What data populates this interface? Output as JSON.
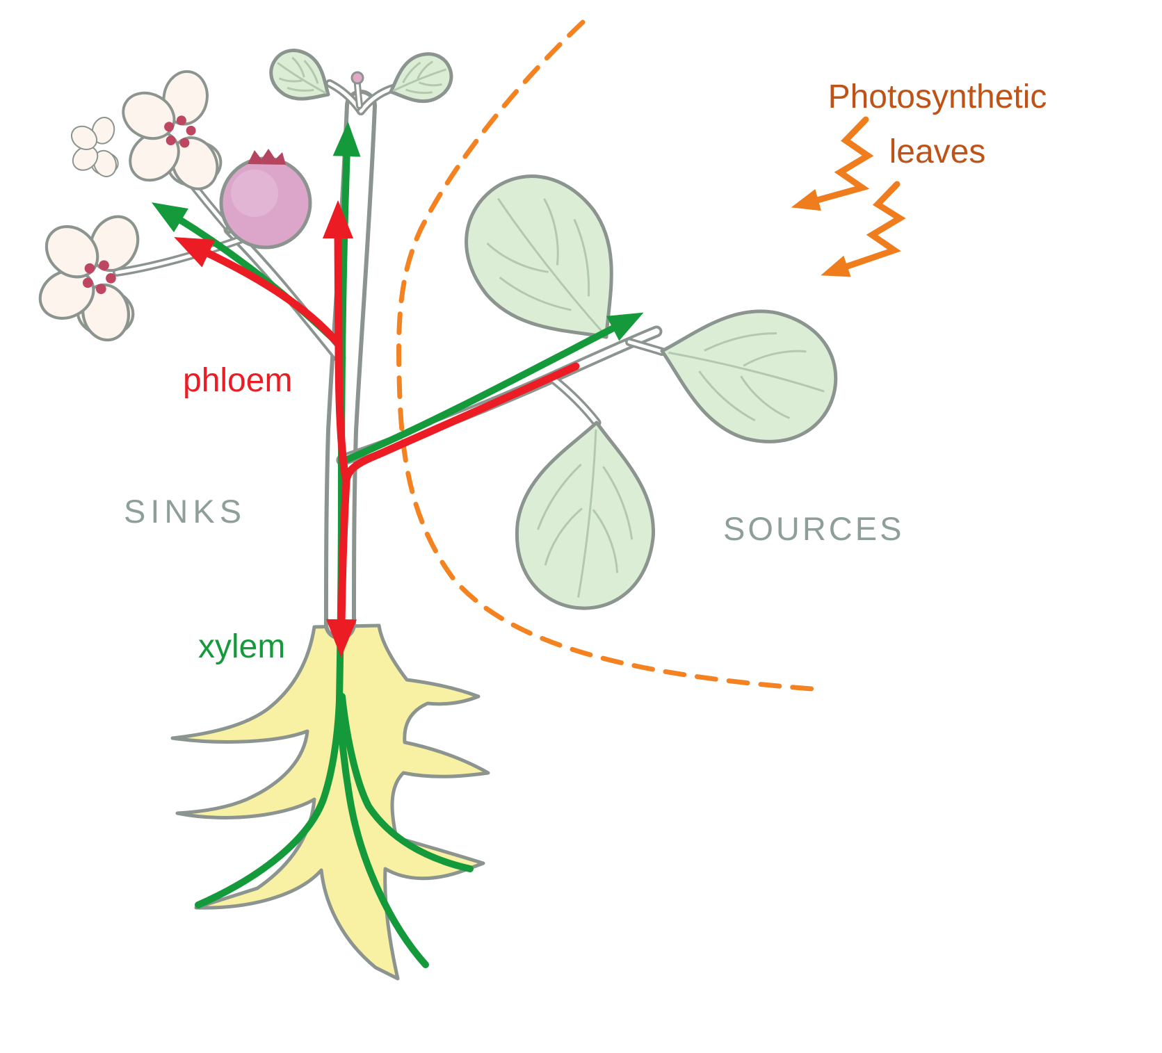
{
  "diagram": {
    "photo_label": {
      "line1": "Photosynthetic",
      "line2": "leaves"
    },
    "labels": {
      "phloem": "phloem",
      "xylem": "xylem",
      "sinks": "SINKS",
      "sources": "SOURCES"
    },
    "colors": {
      "phloem_red": "#ec1c24",
      "xylem_green": "#149a3a",
      "divider_orange": "#f58220",
      "light_arrow_orange": "#ef7d1d",
      "photo_label_orange": "#bf5317",
      "zone_label_gray": "#8e9e9a",
      "outline_gray": "#8b948e",
      "leaf_green": "#dcedd6",
      "root_yellow": "#f8f0a2",
      "fruit_pink": "#dba6ca",
      "flower_white": "#fdf4ee"
    }
  }
}
